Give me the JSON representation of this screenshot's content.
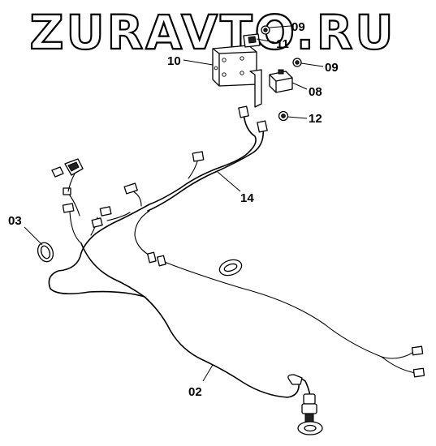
{
  "watermark": "ZURAVTO.RU",
  "callouts": {
    "c09a": "09",
    "c11": "11",
    "c10": "10",
    "c09b": "09",
    "c08": "08",
    "c12": "12",
    "c14": "14",
    "c03": "03",
    "c02": "02"
  },
  "colors": {
    "ink": "#000000",
    "paper": "#ffffff"
  }
}
